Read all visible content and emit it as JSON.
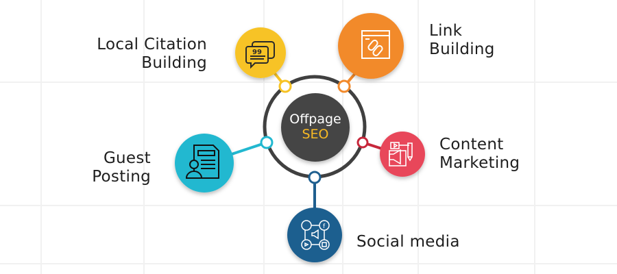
{
  "center": {
    "line1": "Offpage",
    "line2": "SEO",
    "line1_color": "#ffffff",
    "line2_color": "#f7b924",
    "fill": "#454545"
  },
  "nodes": [
    {
      "id": "local-citation",
      "label_line1": "Local Citation",
      "label_line2": "Building",
      "color": "#f7c325",
      "icon": "quote-chat-icon"
    },
    {
      "id": "link-building",
      "label_line1": "Link",
      "label_line2": "Building",
      "color": "#f28a2c",
      "icon": "browser-link-icon"
    },
    {
      "id": "content-marketing",
      "label_line1": "Content",
      "label_line2": "Marketing",
      "color": "#e8465a",
      "icon": "megaphone-video-pencil-icon"
    },
    {
      "id": "guest-posting",
      "label_line1": "Guest",
      "label_line2": "Posting",
      "color": "#22b8d0",
      "icon": "user-document-icon"
    },
    {
      "id": "social-media",
      "label_line1": "Social media",
      "color": "#1f5f8f",
      "icon": "social-network-icon"
    }
  ]
}
